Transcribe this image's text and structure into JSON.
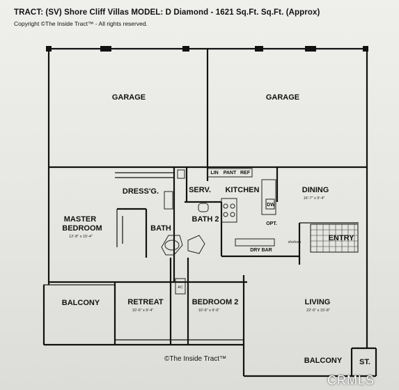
{
  "header": {
    "title": "TRACT: (SV) Shore Cliff Villas   MODEL: D   Diamond  -  1621 Sq.Ft. Sq.Ft. (Approx)",
    "copyright": "Copyright  ©The Inside Tract™ - All rights reserved."
  },
  "rooms": {
    "garage_left": "GARAGE",
    "garage_right": "GARAGE",
    "dressing": "DRESS'G.",
    "serv": "SERV.",
    "kitchen": "KITCHEN",
    "dining": "DINING",
    "dining_dim": "16'-7\" x 9'-4\"",
    "master": "MASTER",
    "master_line2": "BEDROOM",
    "master_dim": "12'-8\" x 15'-4\"",
    "bath": "BATH",
    "bath2": "BATH 2",
    "entry": "ENTRY",
    "balcony_left": "BALCONY",
    "retreat": "RETREAT",
    "retreat_dim": "10'-6\" x 9'-4\"",
    "bedroom2": "BEDROOM 2",
    "bedroom2_dim": "10'-6\" x 9'-6\"",
    "living": "LIVING",
    "living_dim": "22'-6\" x 15'-8\"",
    "balcony_right": "BALCONY",
    "storage": "ST.",
    "dry_bar": "DRY BAR",
    "lin": "LIN",
    "pant": "PANT",
    "ref": "REF",
    "dw": "DW",
    "opt": "OPT.",
    "shelves": "shelves",
    "ac": "AC"
  },
  "watermarks": {
    "inside_tract": "©The Inside Tract™",
    "crmls": "CRMLS"
  }
}
